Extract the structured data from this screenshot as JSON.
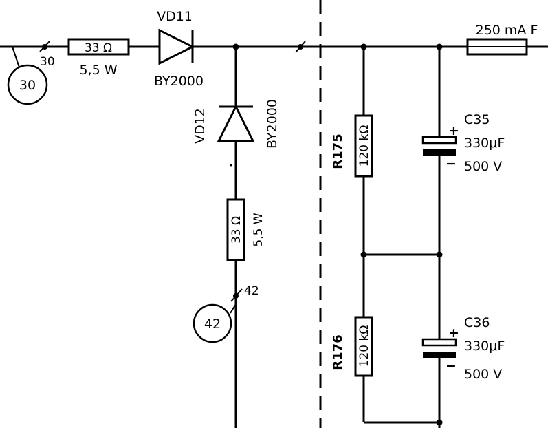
{
  "markers": {
    "m30": {
      "circle": "30",
      "terminal": "30"
    },
    "m42": {
      "circle": "42",
      "terminal": "42"
    }
  },
  "r_in": {
    "value": "33 Ω",
    "power": "5,5 W"
  },
  "vd11": {
    "name": "VD11",
    "part": "BY2000"
  },
  "vd12": {
    "name": "VD12",
    "part": "BY2000"
  },
  "r_mid": {
    "value": "33 Ω",
    "power": "5,5 W"
  },
  "fuse": {
    "label": "250 mA F"
  },
  "r175": {
    "name": "R175",
    "value": "120 kΩ"
  },
  "r176": {
    "name": "R176",
    "value": "120 kΩ"
  },
  "c35": {
    "name": "C35",
    "value": "330μF",
    "voltage": "500 V",
    "plus": "+",
    "minus": "−"
  },
  "c36": {
    "name": "C36",
    "value": "330μF",
    "voltage": "500 V",
    "plus": "+",
    "minus": "−"
  }
}
